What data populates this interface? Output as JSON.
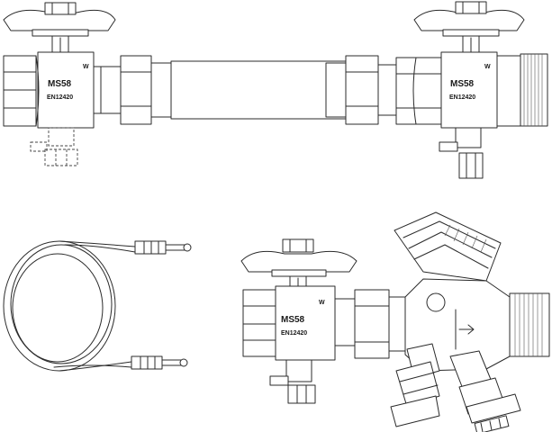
{
  "labels": {
    "material_mark": "MS58",
    "standard_mark": "EN12420",
    "w_mark": "W"
  }
}
